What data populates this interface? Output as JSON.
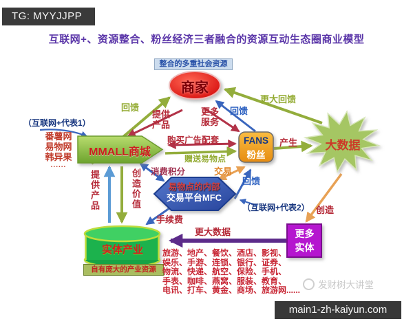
{
  "tags": {
    "telegram": "TG: MYYJJPP",
    "site": "main1-zh-kaiyun.com"
  },
  "title": "互联网+、资源整合、粉丝经济三者融合的资源互动生态圈商业模型",
  "nodes": {
    "social": "整合的多重社会资源",
    "merchant": "商家",
    "mall": "MMALL商城",
    "fans_en": "FANS",
    "fans_cn": "粉丝",
    "bigdata": "大数据",
    "platform1": "易物点的内部",
    "platform2": "交易平台MFC",
    "more1": "更多",
    "more2": "实体",
    "industry": "实体产业",
    "industry_caption": "自有庞大的产业资源"
  },
  "side_notes": {
    "internet1": "（互联网+代表1）",
    "internet2": "（互联网+代表2）"
  },
  "examples": [
    "番薯网",
    "易物网",
    "韩异果",
    "......"
  ],
  "edges": {
    "feedback_mall": "回馈",
    "provide_products": "提供产品",
    "more_services": "更多服务",
    "feedback_fans": "回馈",
    "bigger_feedback": "更大回馈",
    "generate": "产生",
    "buy_ads": "购买广告配套",
    "gift_points": "赠送易物点",
    "consume_points": "消费积分",
    "trade": "交易",
    "feedback_platform": "回馈",
    "provide_products_v": "提供产品",
    "create_value_v": "创造价值",
    "commission": "手续费",
    "bigger_data": "更大数据",
    "create": "创造"
  },
  "industries": [
    "旅游、地产、餐饮、酒店、影视、",
    "娱乐、手游、连锁、银行、证券、",
    "物流、快递、航空、保险、手机、",
    "手表、咖啡、燕窝、服装、教育、",
    "电讯、打车、黄金、商场、旅游网......"
  ],
  "watermark": "发财树大讲堂",
  "colors": {
    "arrow_olive": "#93ad3c",
    "arrow_crimson": "#b23348",
    "arrow_blue": "#3a66bd",
    "arrow_steel": "#5b9bd5",
    "arrow_orange": "#e8a154",
    "arrow_purple": "#5c2b8a",
    "title_purple": "#5a35a8"
  }
}
